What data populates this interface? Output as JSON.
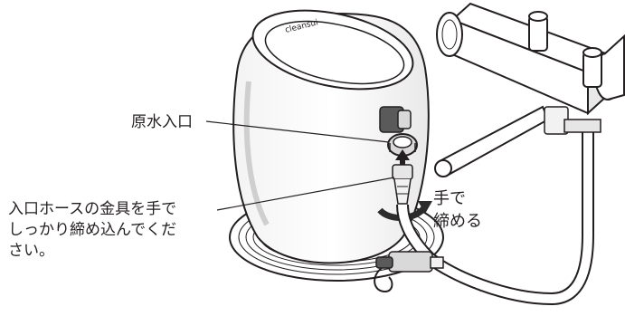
{
  "labels": {
    "raw_water_inlet": "原水入口",
    "hose_instruction": "入口ホースの金具を手で\nしっかり締め込んでくだ\nさい。",
    "tighten_by_hand": "手で\n締める"
  },
  "device": {
    "logo_text": "cleansui"
  },
  "colors": {
    "line": "#231f20",
    "shade": "#d9d9d9",
    "dark_part": "#5a5a5a",
    "arrow": "#2b2b2b"
  }
}
